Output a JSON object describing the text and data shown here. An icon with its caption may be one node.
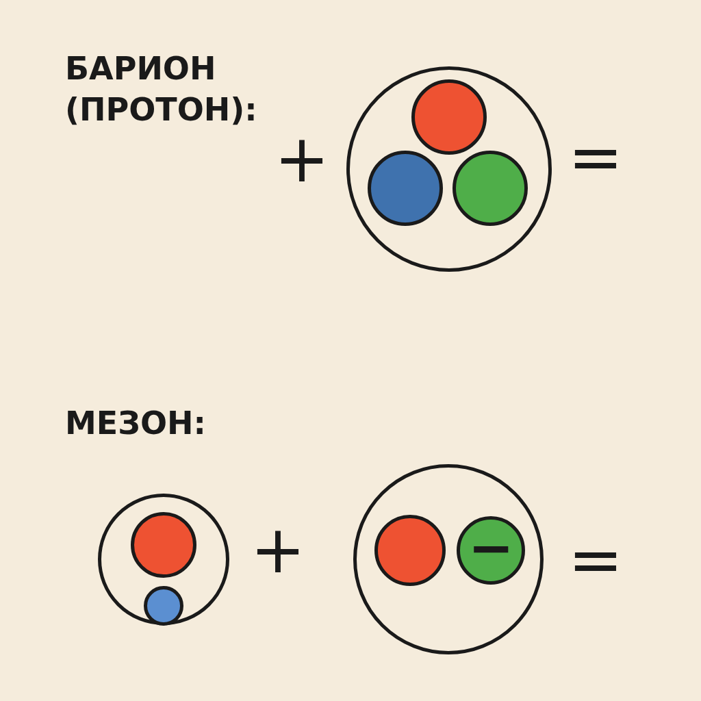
{
  "diagram": {
    "nodes": [
      {
        "text": [],
        "shape": "circle"
      },
      {
        "text": [],
        "shape": "circle",
        "in": 0
      },
      {
        "text": [],
        "shape": "circle",
        "in": 0
      },
      {
        "text": [],
        "shape": "circle",
        "in": 0
      },
      {
        "text": [],
        "shape": "circle"
      },
      {
        "text": [],
        "shape": "circle",
        "in": 4
      },
      {
        "text": [],
        "shape": "circle",
        "in": 4
      },
      {
        "text": [],
        "shape": "circle"
      },
      {
        "text": [],
        "shape": "circle",
        "in": 7
      },
      {
        "text": [
          "−"
        ],
        "in": 7
      }
    ],
    "edges": [],
    "labels": [
      "БАРИОН (ПРОТОН):",
      "+",
      "=",
      "МЕЗОН:",
      "+",
      "="
    ]
  }
}
